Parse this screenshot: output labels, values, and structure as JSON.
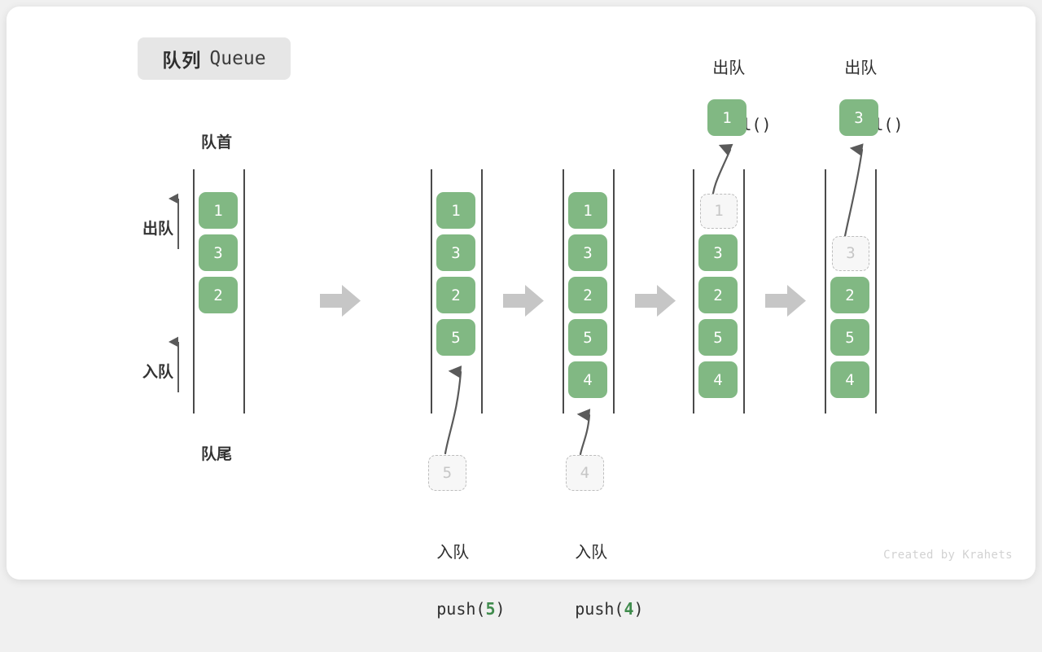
{
  "title": {
    "cn": "队列",
    "en": "Queue"
  },
  "labels": {
    "head": "队首",
    "tail": "队尾",
    "dequeue": "出队",
    "enqueue": "入队"
  },
  "credit": "Created by Krahets",
  "colors": {
    "cell_fill": "#81b883",
    "cell_text": "#ffffff",
    "ghost_fill": "#f7f7f7",
    "ghost_border": "#bdbdbd",
    "ghost_text": "#c6c6c6",
    "rail": "#4a4a4a",
    "arrow_gray": "#c6c6c6",
    "accent_number": "#3f8b4c",
    "chip_bg": "#e6e6e6",
    "text": "#2f2f2f"
  },
  "steps": [
    {
      "id": "initial",
      "cells": [
        "1",
        "3",
        "2"
      ],
      "ghost_index": -1,
      "caption_cn": "",
      "caption_code": "",
      "caption_num": ""
    },
    {
      "id": "push-5",
      "cells": [
        "1",
        "3",
        "2",
        "5"
      ],
      "ghost_index": -1,
      "incoming": "5",
      "caption_cn": "入队",
      "caption_code_pre": "push(",
      "caption_num": "5",
      "caption_code_post": ")"
    },
    {
      "id": "push-4",
      "cells": [
        "1",
        "3",
        "2",
        "5",
        "4"
      ],
      "ghost_index": -1,
      "incoming": "4",
      "caption_cn": "入队",
      "caption_code_pre": "push(",
      "caption_num": "4",
      "caption_code_post": ")"
    },
    {
      "id": "poll-1",
      "cells": [
        "1",
        "3",
        "2",
        "5",
        "4"
      ],
      "ghost_index": 0,
      "outgoing": "1",
      "caption_cn": "出队",
      "caption_code_pre": "poll(",
      "caption_num": "",
      "caption_code_post": ")"
    },
    {
      "id": "poll-3",
      "cells": [
        "3",
        "2",
        "5",
        "4"
      ],
      "ghost_index": 0,
      "outgoing": "3",
      "caption_cn": "出队",
      "caption_code_pre": "poll(",
      "caption_num": "",
      "caption_code_post": ")"
    }
  ]
}
